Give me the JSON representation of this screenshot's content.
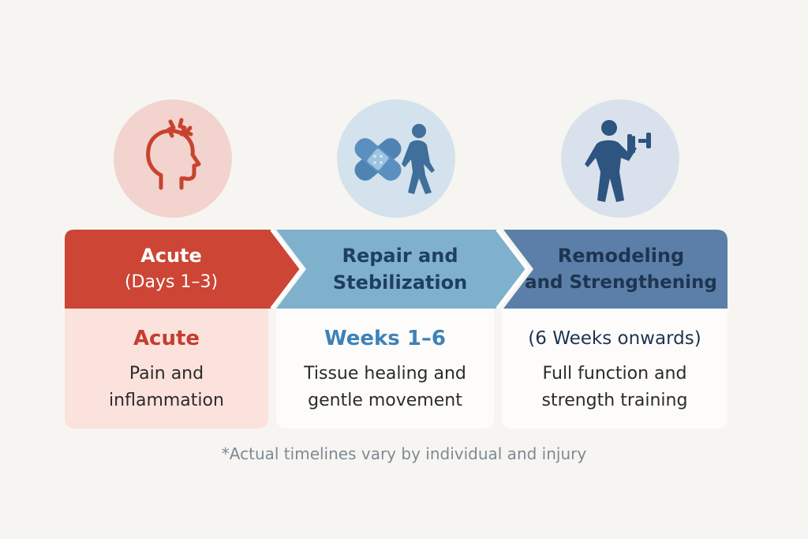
{
  "colors": {
    "background": "#f7f5f1",
    "acute_banner": "#cc4535",
    "repair_banner": "#7fb1cd",
    "remodel_banner": "#5b7fa8",
    "acute_card": "#fbe2dd"
  },
  "stages": [
    {
      "icon": "head-pain-icon",
      "banner_title": "Acute",
      "banner_sub": "(Days 1–3)",
      "card_heading": "Acute",
      "card_desc": [
        "Pain and",
        "inflammation"
      ]
    },
    {
      "icon": "bandage-walking-icon",
      "banner_title": "Repair and",
      "banner_sub": "Stebilization",
      "card_heading": "Weeks 1–6",
      "card_desc": [
        "Tissue healing and",
        "gentle movement"
      ]
    },
    {
      "icon": "dumbbell-person-icon",
      "banner_title": "Remodeling",
      "banner_sub": "and Strengthening",
      "card_heading": "(6 Weeks onwards)",
      "card_desc": [
        "Full function and",
        "strength training"
      ]
    }
  ],
  "footnote": "*Actual timelines vary by individual and injury"
}
